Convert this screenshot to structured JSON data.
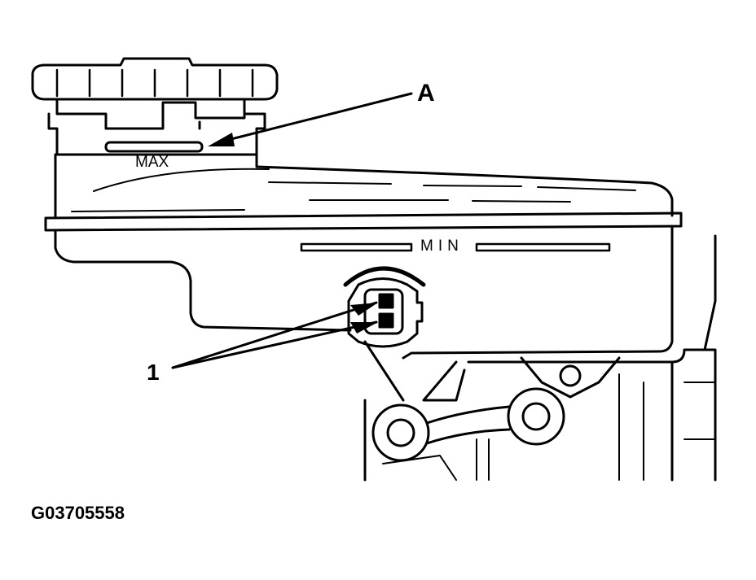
{
  "diagram": {
    "markings": {
      "max": "MAX",
      "min": "MIN"
    },
    "callouts": {
      "a": "A",
      "one": "1"
    },
    "figure_id": "G03705558",
    "colors": {
      "ink": "#000000",
      "paper": "#ffffff"
    }
  }
}
